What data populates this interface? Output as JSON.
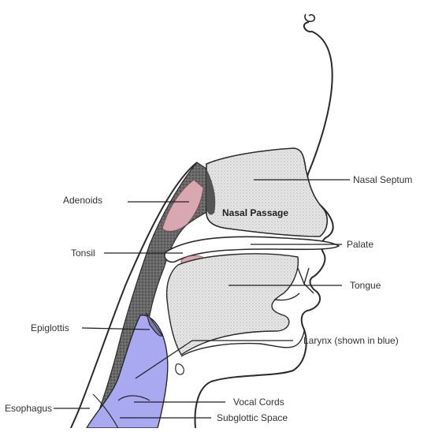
{
  "diagram": {
    "labels": {
      "adenoids": "Adenoids",
      "tonsil": "Tonsil",
      "epiglottis": "Epiglottis",
      "esophagus": "Esophagus",
      "nasal_septum": "Nasal Septum",
      "nasal_passage": "Nasal Passage",
      "palate": "Palate",
      "tongue": "Tongue",
      "larynx": "Larynx (shown in blue)",
      "vocal_cords": "Vocal Cords",
      "subglottic_space": "Subglottic Space"
    },
    "colors": {
      "outline": "#2a2a2a",
      "throat_shading": "#5a5a5a",
      "nasal_cavity": "#dcdcdc",
      "adenoid_tissue": "#d9a7b0",
      "larynx": "#a9a9f2",
      "leader_lines": "#222222"
    }
  }
}
